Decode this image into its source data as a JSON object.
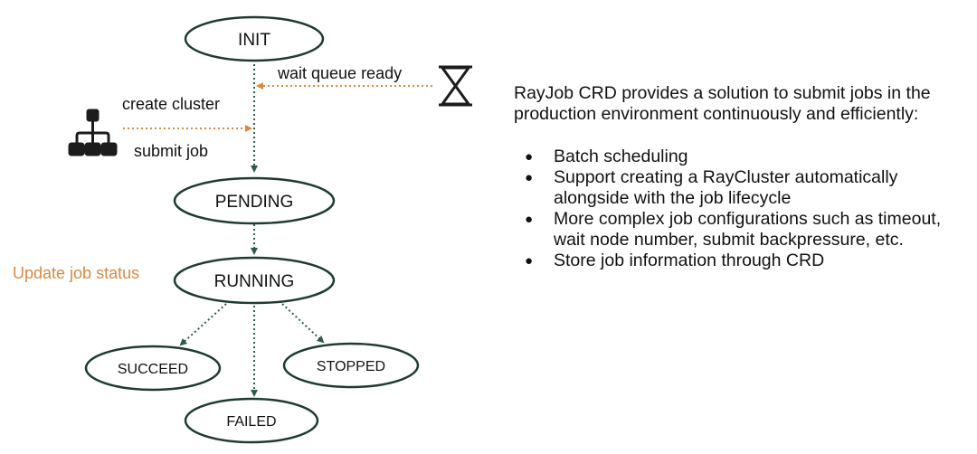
{
  "colors": {
    "accent": "#d7893f",
    "flow": "#2e5b4a",
    "stroke": "#1f3b31"
  },
  "icons": {
    "left": "hierarchy-icon",
    "right": "hourglass-icon"
  },
  "states": {
    "init": "INIT",
    "pending": "PENDING",
    "running": "RUNNING",
    "succeed": "SUCCEED",
    "stopped": "STOPPED",
    "failed": "FAILED"
  },
  "labels": {
    "wait_queue_ready": "wait queue ready",
    "create_cluster": "create cluster",
    "submit_job": "submit job",
    "update_job_status": "Update job status"
  },
  "description": {
    "intro": "RayJob CRD provides a solution to submit jobs in the production environment continuously and efficiently:",
    "bullets": [
      "Batch scheduling",
      "Support creating a RayCluster automatically alongside with the job lifecycle",
      "More complex job configurations such as timeout, wait node number, submit backpressure, etc.",
      "Store job information through CRD"
    ]
  }
}
